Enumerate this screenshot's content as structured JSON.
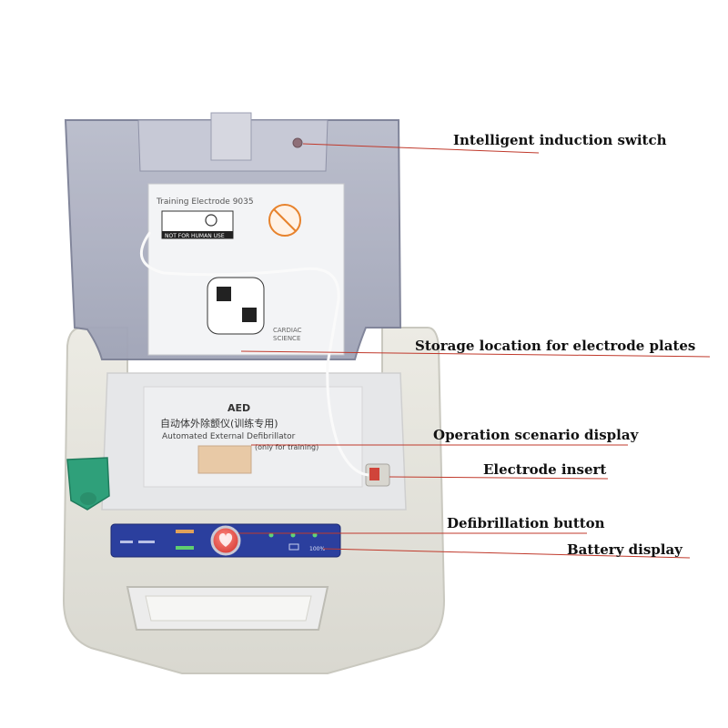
{
  "device": {
    "title": "AED",
    "subtitle_cn": "自动体外除颤仪(训练专用)",
    "subtitle_en": "Automated External Defibrillator",
    "note": "(only for training)",
    "pad_model": "Training Electrode 9035",
    "pad_warning": "NOT FOR HUMAN USE",
    "pad_brand_1": "CARDIAC",
    "pad_brand_2": "SCIENCE",
    "battery_level": "100%"
  },
  "callouts": {
    "switch": "Intelligent induction switch",
    "storage": "Storage location for electrode plates",
    "scenario": "Operation scenario display",
    "insert": "Electrode insert",
    "button": "Defibrillation button",
    "battery": "Battery display"
  },
  "colors": {
    "leader_line": "#c0392b",
    "panel_blue": "#2b3f9e",
    "button_red": "#e0483f"
  }
}
